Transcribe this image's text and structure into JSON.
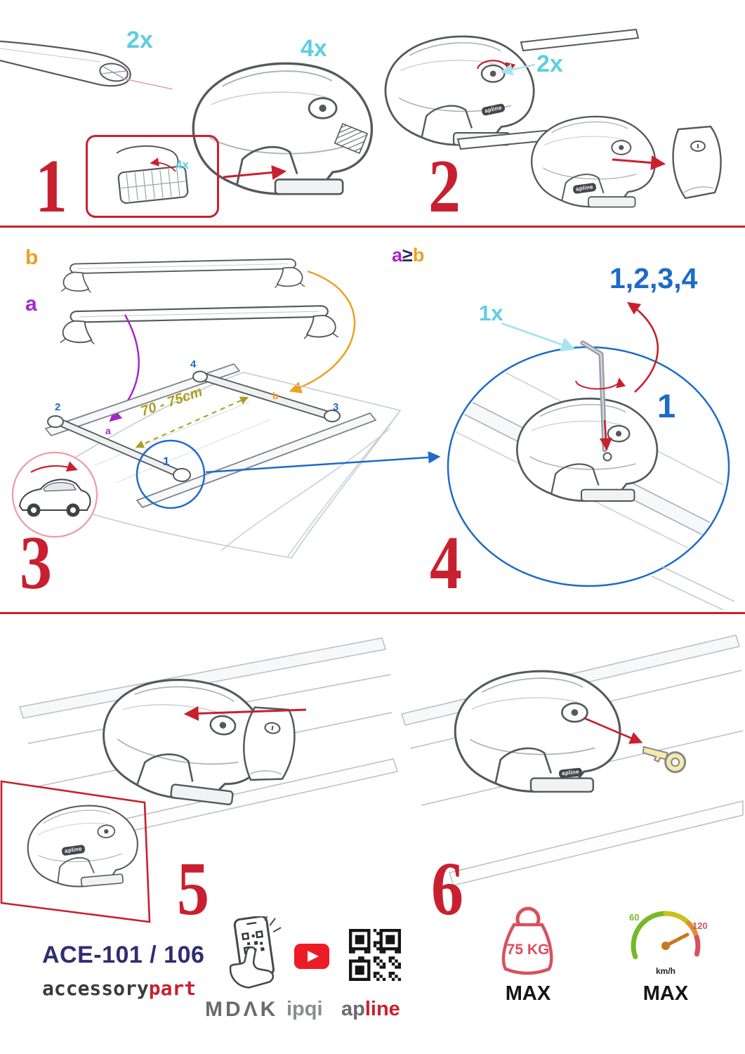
{
  "colors": {
    "accent_red": "#c8202f",
    "quantity_cyan": "#5ecde4",
    "sequence_blue": "#1e6bc8",
    "bar_a_purple": "#a726c9",
    "bar_b_orange": "#f09f1f",
    "distance_olive": "#ab9e1d",
    "model_navy": "#312c72"
  },
  "steps": {
    "s1": {
      "number": "1",
      "bar_qty": "2x",
      "foot_qty": "4x",
      "pad_qty": "4x"
    },
    "s2": {
      "number": "2",
      "lock_qty": "2x"
    },
    "s3": {
      "number": "3",
      "label_b": "b",
      "label_a": "a",
      "point_1": "1",
      "point_2": "2",
      "point_3": "3",
      "point_4": "4",
      "tag_a": "a",
      "tag_b": "b",
      "distance": "70 - 75cm"
    },
    "s4": {
      "number": "4",
      "cond_a": "a",
      "cond_op": "≥",
      "cond_b": "b",
      "sequence": "1,2,3,4",
      "tool_qty": "1x",
      "first_point": "1"
    },
    "s5": {
      "number": "5"
    },
    "s6": {
      "number": "6"
    }
  },
  "brand_small": "apline",
  "footer": {
    "model": "ACE-101 / 106",
    "brand_left": "accessory",
    "brand_right": "part",
    "mdak": "MDΛK",
    "ipqi": "ipqi",
    "apline_left": "ap",
    "apline_right": "line",
    "weight_value": "75 KG",
    "weight_max": "MAX",
    "speed_low": "60",
    "speed_high": "120",
    "speed_unit": "km/h",
    "speed_max": "MAX"
  }
}
